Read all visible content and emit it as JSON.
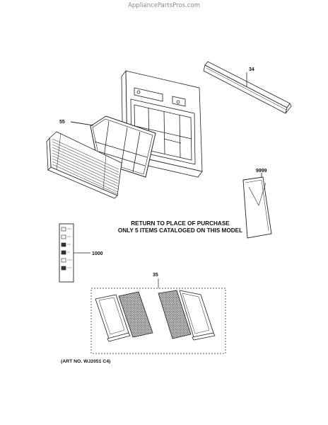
{
  "watermark": "AppliancePartsPros.com",
  "notice": {
    "line1": "RETURN TO PLACE OF PURCHASE",
    "line2": "ONLY 5 ITEMS CATALOGED ON THIS MODEL"
  },
  "art_number": "(ART NO. WJ2051 C4)",
  "callouts": {
    "trim_strip": "34",
    "filter": "55",
    "literature": "9999",
    "control_label": "1000",
    "filter_kit": "35"
  },
  "colors": {
    "line": "#222222",
    "mesh": "#555555",
    "watermark": "#8a8a8a"
  }
}
